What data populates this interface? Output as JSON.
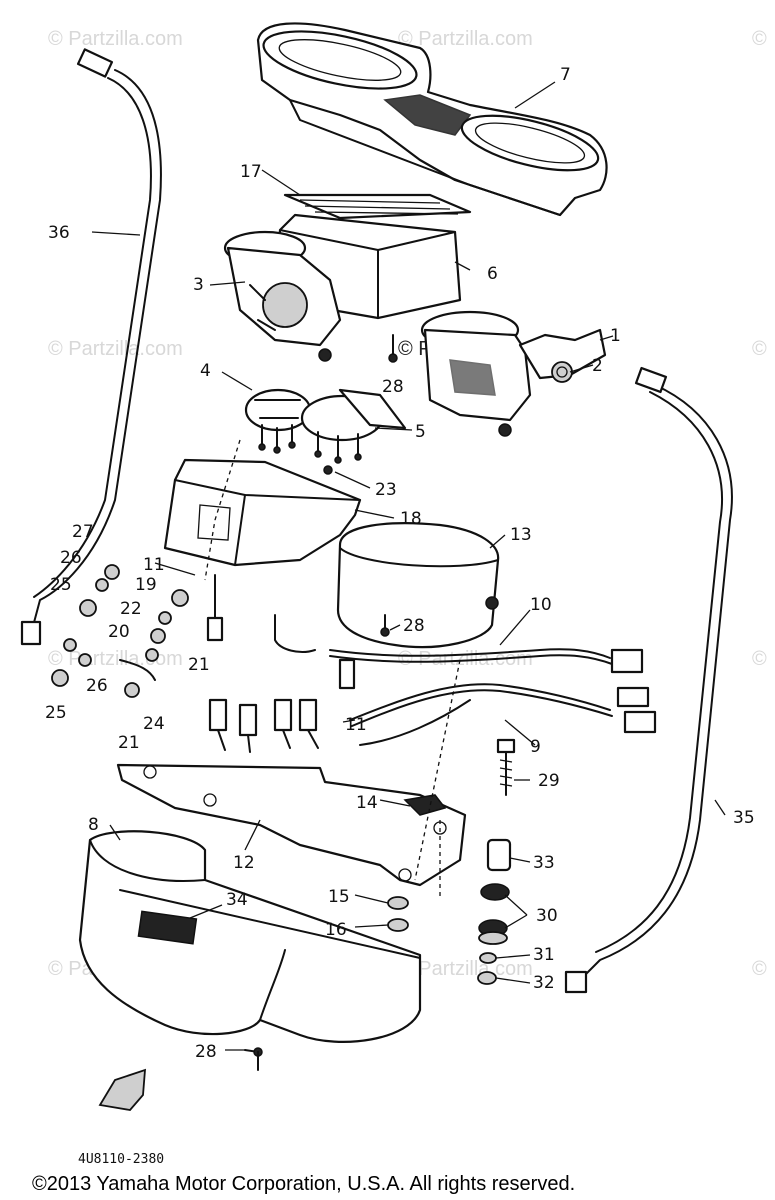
{
  "watermarks": [
    {
      "id": "wm-top-left",
      "text": "© Partzilla.com"
    },
    {
      "id": "wm-top-mid",
      "text": "© Partzilla.com"
    },
    {
      "id": "wm-top-right",
      "text": "©"
    },
    {
      "id": "wm-mid-left",
      "text": "© Partzilla.com"
    },
    {
      "id": "wm-mid-center",
      "text": "© Partzilla.com"
    },
    {
      "id": "wm-mid-right",
      "text": "©"
    },
    {
      "id": "wm-lower-left",
      "text": "© Partzilla.com"
    },
    {
      "id": "wm-lower-mid",
      "text": "© Partzilla.com"
    },
    {
      "id": "wm-lower-right",
      "text": "©"
    },
    {
      "id": "wm-bottom-left",
      "text": "© Partzilla.com"
    },
    {
      "id": "wm-bottom-mid",
      "text": "© Partzilla.com"
    },
    {
      "id": "wm-bottom-right",
      "text": "©"
    }
  ],
  "callouts": {
    "c1": "1",
    "c2": "2",
    "c3": "3",
    "c4": "4",
    "c5": "5",
    "c6": "6",
    "c7": "7",
    "c8": "8",
    "c9": "9",
    "c10": "10",
    "c11a": "11",
    "c11b": "11",
    "c12": "12",
    "c13": "13",
    "c14": "14",
    "c15": "15",
    "c16": "16",
    "c17": "17",
    "c18": "18",
    "c19": "19",
    "c20": "20",
    "c21a": "21",
    "c21b": "21",
    "c22": "22",
    "c23": "23",
    "c24": "24",
    "c25a": "25",
    "c25b": "25",
    "c26a": "26",
    "c26b": "26",
    "c27": "27",
    "c28a": "28",
    "c28b": "28",
    "c28c": "28",
    "c29": "29",
    "c30": "30",
    "c31": "31",
    "c32": "32",
    "c33": "33",
    "c34": "34",
    "c35": "35",
    "c36": "36"
  },
  "diagram_code": "4U8110-2380",
  "copyright": "©2013  Yamaha Motor Corporation, U.S.A. All rights reserved."
}
